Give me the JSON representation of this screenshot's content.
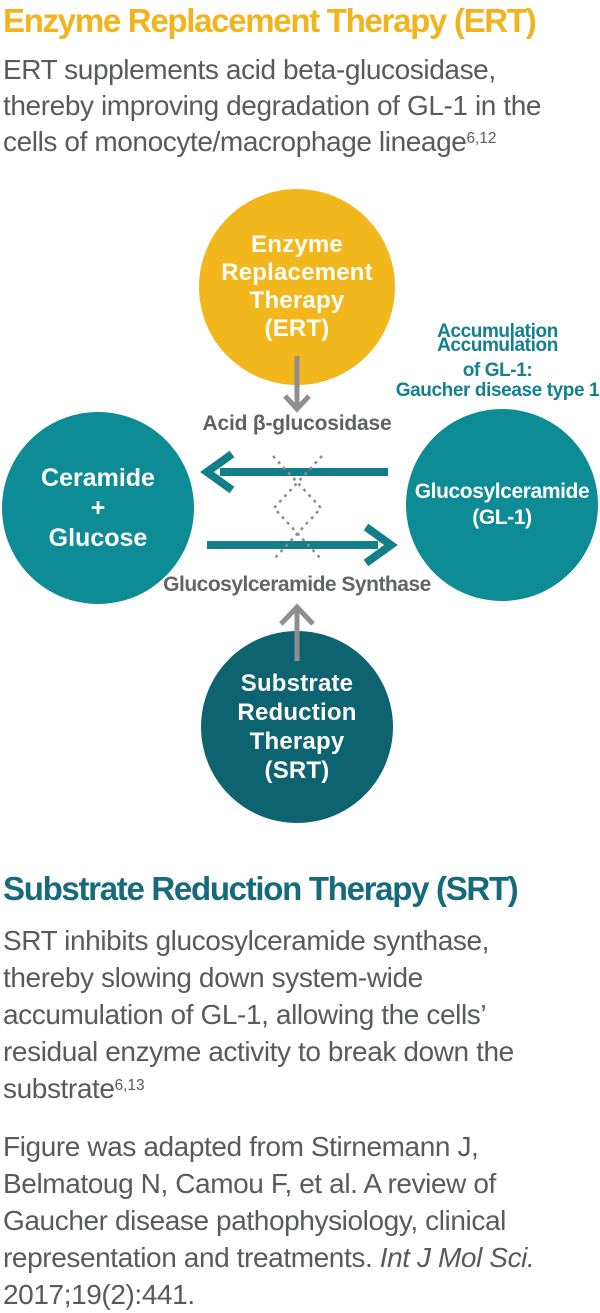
{
  "ert": {
    "heading": "Enzyme Replacement Therapy (ERT)",
    "paragraph": "ERT supplements acid beta-glucosidase,\nthereby improving degradation of GL-1 in the\ncells of monocyte/macrophage lineage",
    "ref": "6,12"
  },
  "diagram": {
    "ert_circle_label": "Enzyme\nReplacement\nTherapy\n(ERT)",
    "acid_label": "Acid β-glucosidase",
    "accumulation": {
      "lines": [
        "Accumulation",
        "Accumulation",
        "of GL-1:",
        "Gaucher disease type 1"
      ]
    },
    "left_circle_label": "Ceramide\n+\nGlucose",
    "right_circle_label": "Glucosylceramide\n(GL-1)",
    "synthase_label": "Glucosylceramide Synthase",
    "srt_circle_label": "Substrate\nReduction\nTherapy\n(SRT)"
  },
  "srt": {
    "heading": "Substrate Reduction Therapy (SRT)",
    "paragraph": "SRT inhibits glucosylceramide synthase,\nthereby slowing down system-wide\naccumulation of GL-1, allowing the cells’\nresidual enzyme activity to break down the\nsubstrate",
    "ref": "6,13"
  },
  "citation": {
    "text": "Figure was adapted from Stirnemann J,\nBelmatoug N, Camou F, et al. A review of\nGaucher disease pathophysiology, clinical\nrepresentation and treatments. ",
    "italic": "Int J Mol Sci.",
    "tail": "\n2017;19(2):441."
  },
  "colors": {
    "ert_yellow": "#F2B41E",
    "circle_yellow": "#F2B71D",
    "side_circle_teal": "#0D8C96",
    "srt_circle_teal": "#0E6370",
    "arrow_teal": "#127E8A",
    "accent_text_teal": "#12808D",
    "srt_heading_teal": "#156A7B",
    "gray_arrow": "#8F8F8F",
    "body_gray": "#595A5C",
    "label_gray": "#636467"
  }
}
